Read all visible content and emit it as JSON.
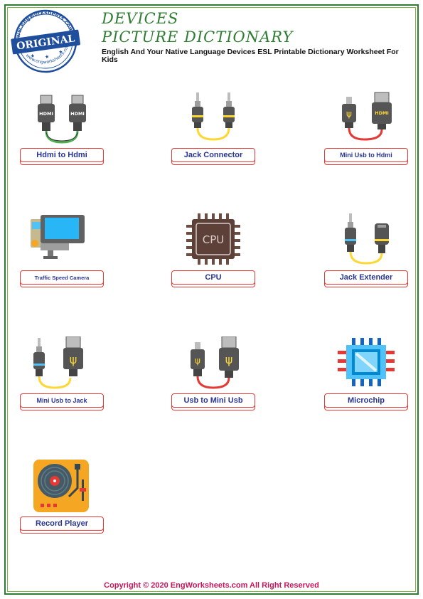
{
  "stamp": {
    "top_text": "www.engworksheets.com",
    "center_text": "ORIGINAL",
    "bottom_text": "www.engworksheets.com"
  },
  "header": {
    "title_line1": "DEVICES",
    "title_line2": "PICTURE DICTIONARY",
    "subtitle": "English And Your Native Language Devices ESL Printable Dictionary Worksheet For Kids"
  },
  "items": [
    {
      "label": "Hdmi to Hdmi",
      "icon": "hdmi-to-hdmi-cable-icon"
    },
    {
      "label": "Jack Connector",
      "icon": "jack-connector-icon"
    },
    {
      "label": "Mini Usb to Hdmi",
      "icon": "mini-usb-to-hdmi-cable-icon"
    },
    {
      "label": "Traffic Speed Camera",
      "icon": "traffic-speed-camera-icon"
    },
    {
      "label": "CPU",
      "icon": "cpu-icon",
      "icon_text": "CPU"
    },
    {
      "label": "Jack Extender",
      "icon": "jack-extender-icon"
    },
    {
      "label": "Mini Usb to Jack",
      "icon": "mini-usb-to-jack-cable-icon"
    },
    {
      "label": "Usb to Mini Usb",
      "icon": "usb-to-mini-usb-cable-icon"
    },
    {
      "label": "Microchip",
      "icon": "microchip-icon"
    },
    {
      "label": "Record Player",
      "icon": "record-player-icon"
    }
  ],
  "hdmi_plug_text": "HDMI",
  "footer": "Copyright © 2020 EngWorksheets.com All Right Reserved",
  "colors": {
    "frame": "#2e7d32",
    "title": "#2e7d32",
    "label_text": "#283593",
    "label_border": "#e53935",
    "footer": "#c2185b"
  }
}
